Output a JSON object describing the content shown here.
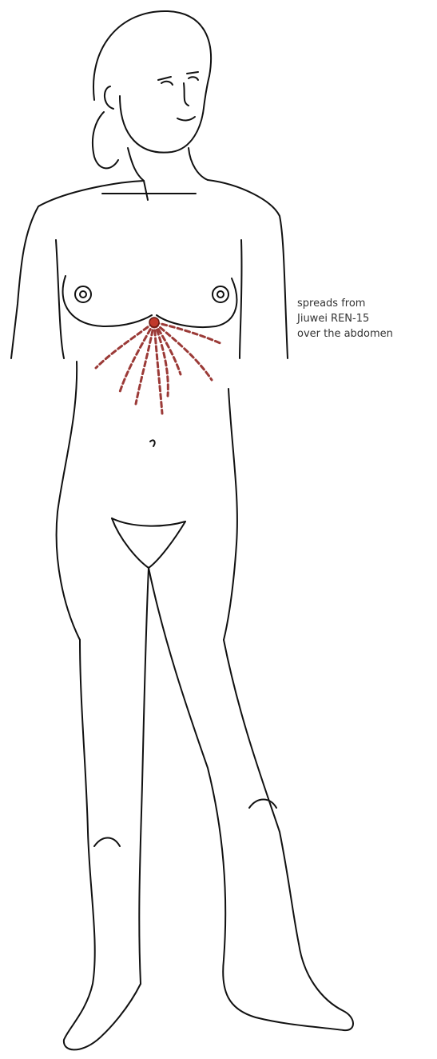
{
  "label": {
    "lines": [
      "spreads from",
      "Jiuwei REN-15",
      "over the abdomen"
    ]
  },
  "colors": {
    "outline": "#111111",
    "channel": "#9b3a37",
    "point_fill": "#c0392b",
    "point_stroke": "#6b1a12"
  },
  "point_name": "Jiuwei REN-15"
}
